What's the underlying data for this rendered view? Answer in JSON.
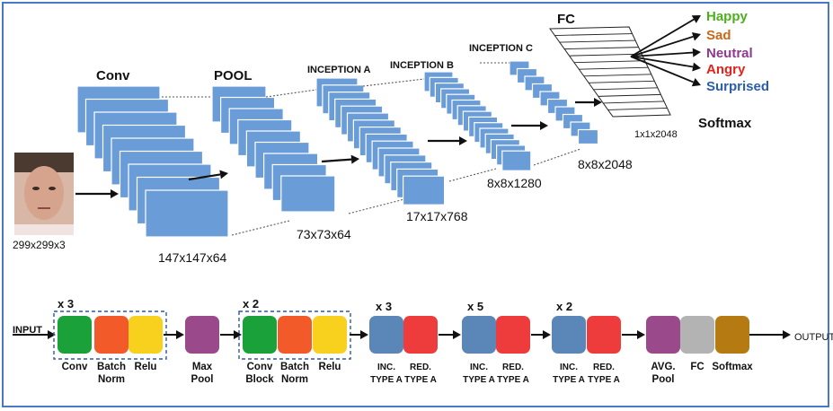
{
  "top": {
    "input_size": "299x299x3",
    "stages": [
      {
        "title": "Conv",
        "dims": "147x147x64"
      },
      {
        "title": "POOL",
        "dims": "73x73x64"
      },
      {
        "title": "INCEPTION A",
        "dims": "17x17x768"
      },
      {
        "title": "INCEPTION B",
        "dims": "8x8x1280"
      },
      {
        "title": "INCEPTION C",
        "dims": "8x8x2048"
      }
    ],
    "fc_title": "FC",
    "fc_dims": "1x1x2048",
    "softmax": "Softmax",
    "outputs": [
      {
        "label": "Happy",
        "color": "#4caf1e"
      },
      {
        "label": "Sad",
        "color": "#c8681a"
      },
      {
        "label": "Neutral",
        "color": "#8e3a8e"
      },
      {
        "label": "Angry",
        "color": "#e0231c"
      },
      {
        "label": "Surprised",
        "color": "#2a5db0"
      }
    ]
  },
  "bottom": {
    "input": "INPUT",
    "output": "OUTPUT",
    "groups": [
      {
        "mult": "x 3"
      },
      {
        "mult": "x 2"
      },
      {
        "mult": "x 3"
      },
      {
        "mult": "x 5"
      },
      {
        "mult": "x 2"
      }
    ],
    "blocks": [
      {
        "label1": "Conv",
        "label2": "",
        "color": "#1aa13a"
      },
      {
        "label1": "Batch",
        "label2": "Norm",
        "color": "#f25a2a"
      },
      {
        "label1": "Relu",
        "label2": "",
        "color": "#f7d11e"
      },
      {
        "label1": "Max",
        "label2": "Pool",
        "color": "#9a4a8a"
      },
      {
        "label1": "Conv",
        "label2": "Block",
        "color": "#1aa13a"
      },
      {
        "label1": "Batch",
        "label2": "Norm",
        "color": "#f25a2a"
      },
      {
        "label1": "Relu",
        "label2": "",
        "color": "#f7d11e"
      },
      {
        "label1": "INC.",
        "label2": "TYPE A",
        "color": "#5b86b8"
      },
      {
        "label1": "RED.",
        "label2": "TYPE A",
        "color": "#ee3b3b"
      },
      {
        "label1": "INC.",
        "label2": "TYPE A",
        "color": "#5b86b8"
      },
      {
        "label1": "RED.",
        "label2": "TYPE A",
        "color": "#ee3b3b"
      },
      {
        "label1": "INC.",
        "label2": "TYPE A",
        "color": "#5b86b8"
      },
      {
        "label1": "RED.",
        "label2": "TYPE A",
        "color": "#ee3b3b"
      },
      {
        "label1": "AVG.",
        "label2": "Pool",
        "color": "#9a4a8a"
      },
      {
        "label1": "FC",
        "label2": "",
        "color": "#b3b3b3"
      },
      {
        "label1": "Softmax",
        "label2": "",
        "color": "#b57a12"
      }
    ]
  }
}
